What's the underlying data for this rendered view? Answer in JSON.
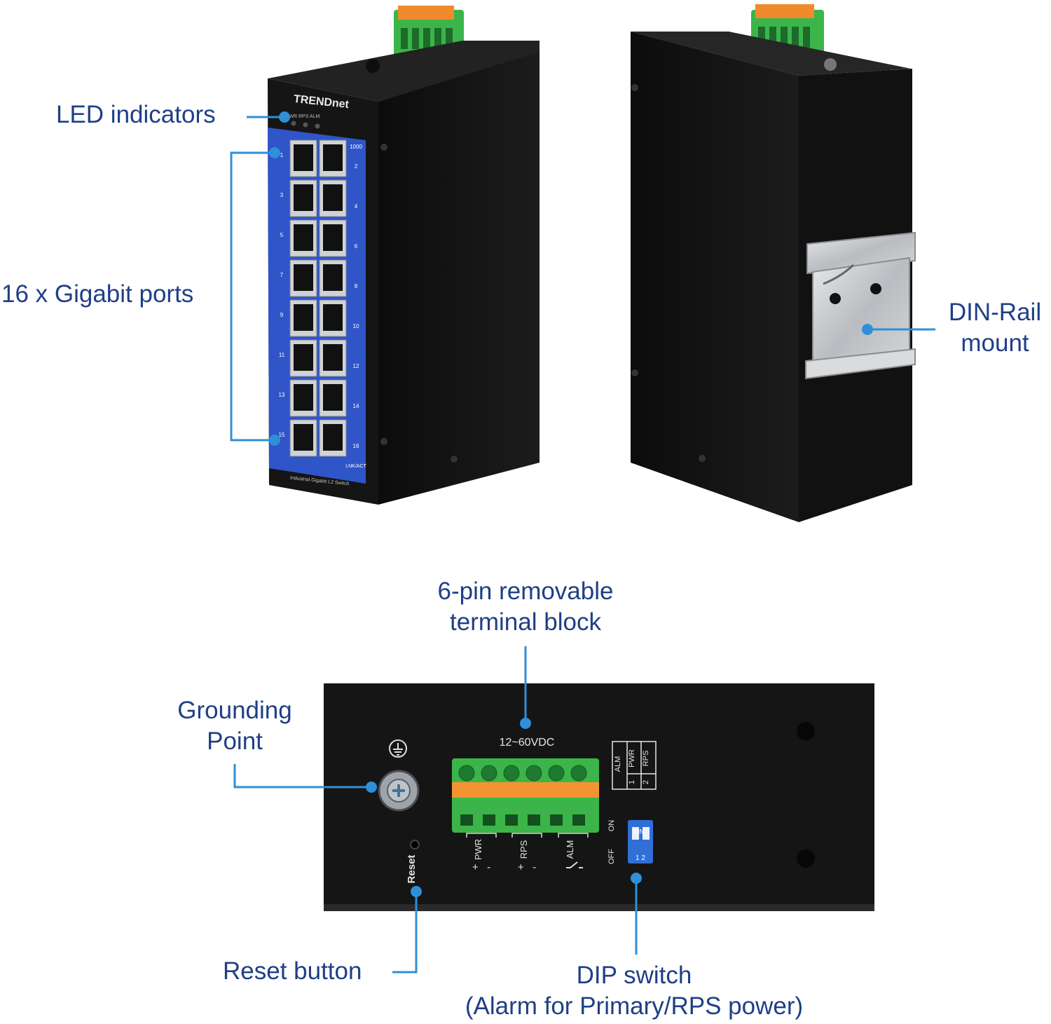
{
  "colors": {
    "label_text": "#1f3f86",
    "leader_line": "#2f8fd8",
    "chassis": "#161616",
    "port_panel": "#2f55c8",
    "terminal_block": "#39b54a",
    "din_rail": "#c9ccd0"
  },
  "callouts": {
    "led_indicators": "LED indicators",
    "gigabit_ports": "16 x Gigabit ports",
    "din_rail_line1": "DIN-Rail",
    "din_rail_line2": "mount",
    "terminal_line1": "6-pin removable",
    "terminal_line2": "terminal block",
    "grounding_line1": "Grounding",
    "grounding_line2": "Point",
    "reset_button": "Reset button",
    "dip_line1": "DIP switch",
    "dip_line2": "(Alarm for Primary/RPS power)"
  },
  "front_panel": {
    "brand": "TRENDnet",
    "led_labels": "PWR RPS ALM",
    "speed_label": "1000",
    "port_numbers_left": [
      "1",
      "3",
      "5",
      "7",
      "9",
      "11",
      "13",
      "15"
    ],
    "port_numbers_right": [
      "2",
      "4",
      "6",
      "8",
      "10",
      "12",
      "14",
      "16"
    ],
    "link_label": "LNK/ACT",
    "model_text": "Industrial Gigabit L2 Switch"
  },
  "top_panel": {
    "voltage": "12~60VDC",
    "terminal_groups": [
      "PWR",
      "RPS",
      "ALM"
    ],
    "polarity_pwr": "+   -",
    "polarity_rps": "+   -",
    "dip_table_cols": [
      "ALM",
      "PWR",
      "RPS"
    ],
    "dip_table_nums": [
      "1",
      "2"
    ],
    "dip_on": "ON",
    "dip_off": "OFF",
    "dip_switch_nums": "1 2",
    "reset_label": "Reset"
  }
}
